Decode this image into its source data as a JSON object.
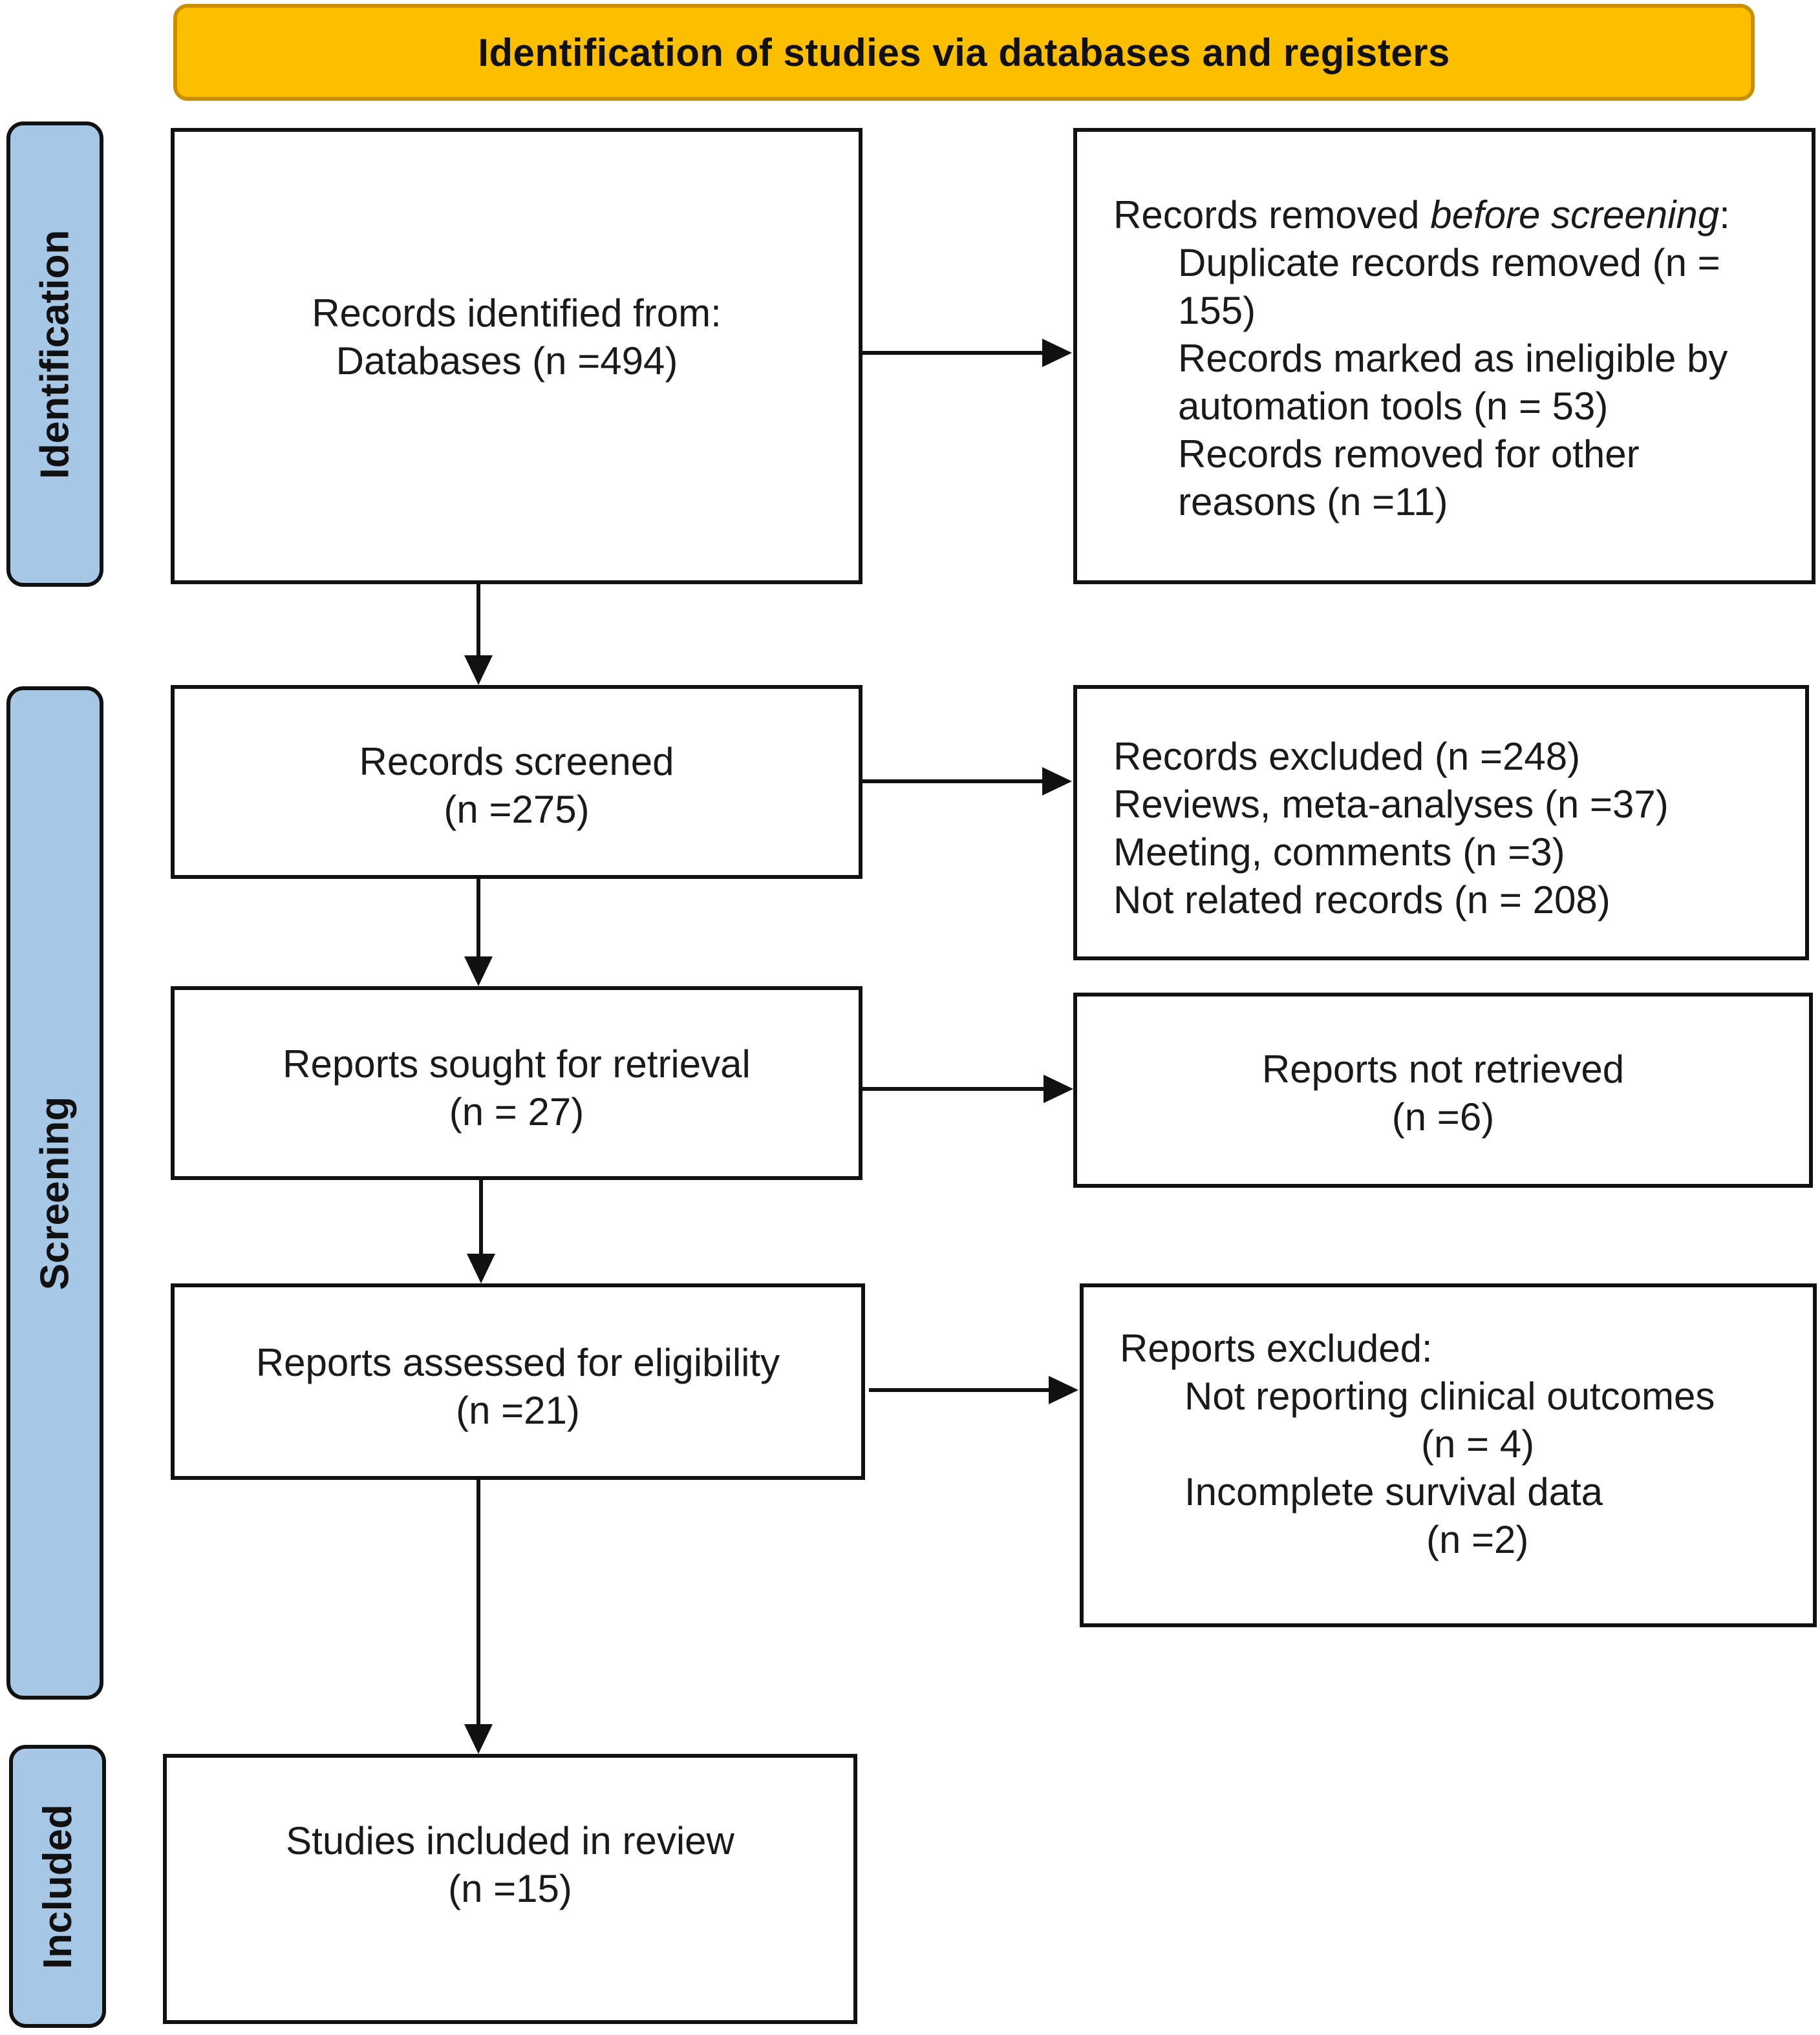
{
  "header": {
    "title": "Identification of studies via databases and registers"
  },
  "phases": {
    "identification": "Identification",
    "screening": "Screening",
    "included": "Included"
  },
  "identified": {
    "line1": "Records identified from:",
    "line2": "Databases (n =494)"
  },
  "removed": {
    "prefix": "Records removed ",
    "italic": "before screening",
    "suffix": ":",
    "duplicate_1": "Duplicate records removed (n =",
    "duplicate_2": "155)",
    "ineligible_1": "Records marked as ineligible by",
    "ineligible_2": "automation tools (n = 53)",
    "other_1": "Records removed for other",
    "other_2": "reasons (n =11)"
  },
  "screened": {
    "line1": "Records screened",
    "line2": "(n =275)"
  },
  "excluded_records": {
    "line1": "Records excluded (n =248)",
    "line2": "Reviews, meta-analyses (n =37)",
    "line3": "Meeting, comments (n =3)",
    "line4": "Not related records (n = 208)"
  },
  "sought": {
    "line1": "Reports sought for retrieval",
    "line2": "(n = 27)"
  },
  "not_retrieved": {
    "line1": "Reports not retrieved",
    "line2": "(n =6)"
  },
  "assessed": {
    "line1": "Reports assessed for eligibility",
    "line2": "(n =21)"
  },
  "reports_excluded": {
    "title": "Reports excluded:",
    "reason1": "Not reporting clinical outcomes",
    "reason1_n": "(n = 4)",
    "reason2": "Incomplete survival data",
    "reason2_n": "(n =2)"
  },
  "included": {
    "line1": "Studies included in review",
    "line2": "(n =15)"
  }
}
